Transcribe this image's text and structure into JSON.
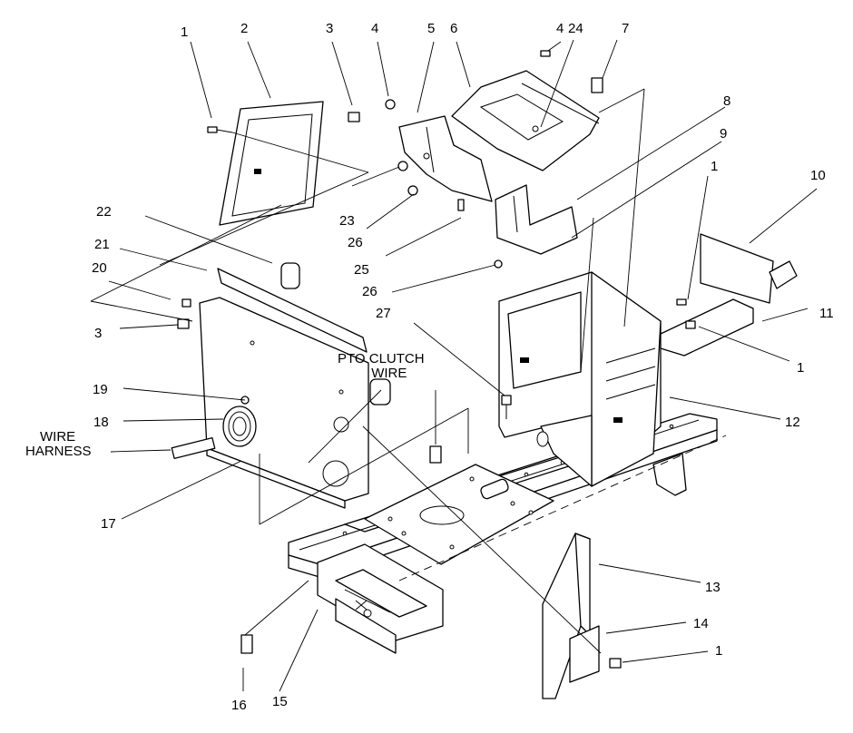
{
  "callouts": [
    {
      "id": "c1a",
      "text": "1"
    },
    {
      "id": "c2",
      "text": "2"
    },
    {
      "id": "c3a",
      "text": "3"
    },
    {
      "id": "c4a",
      "text": "4"
    },
    {
      "id": "c5",
      "text": "5"
    },
    {
      "id": "c6",
      "text": "6"
    },
    {
      "id": "c4b",
      "text": "4"
    },
    {
      "id": "c24",
      "text": "24"
    },
    {
      "id": "c7",
      "text": "7"
    },
    {
      "id": "c8",
      "text": "8"
    },
    {
      "id": "c9",
      "text": "9"
    },
    {
      "id": "c1b",
      "text": "1"
    },
    {
      "id": "c10",
      "text": "10"
    },
    {
      "id": "c22",
      "text": "22"
    },
    {
      "id": "c23",
      "text": "23"
    },
    {
      "id": "c26a",
      "text": "26"
    },
    {
      "id": "c21",
      "text": "21"
    },
    {
      "id": "c25",
      "text": "25"
    },
    {
      "id": "c20",
      "text": "20"
    },
    {
      "id": "c26b",
      "text": "26"
    },
    {
      "id": "c11",
      "text": "11"
    },
    {
      "id": "c3b",
      "text": "3"
    },
    {
      "id": "c27",
      "text": "27"
    },
    {
      "id": "c1c",
      "text": "1"
    },
    {
      "id": "c19",
      "text": "19"
    },
    {
      "id": "c12",
      "text": "12"
    },
    {
      "id": "c18",
      "text": "18"
    },
    {
      "id": "c17",
      "text": "17"
    },
    {
      "id": "c13",
      "text": "13"
    },
    {
      "id": "c14",
      "text": "14"
    },
    {
      "id": "c1d",
      "text": "1"
    },
    {
      "id": "c16",
      "text": "16"
    },
    {
      "id": "c15",
      "text": "15"
    }
  ],
  "notes": {
    "pto_clutch_wire": [
      "PTO CLUTCH",
      "WIRE"
    ],
    "wire_harness": [
      "WIRE",
      "HARNESS"
    ]
  }
}
